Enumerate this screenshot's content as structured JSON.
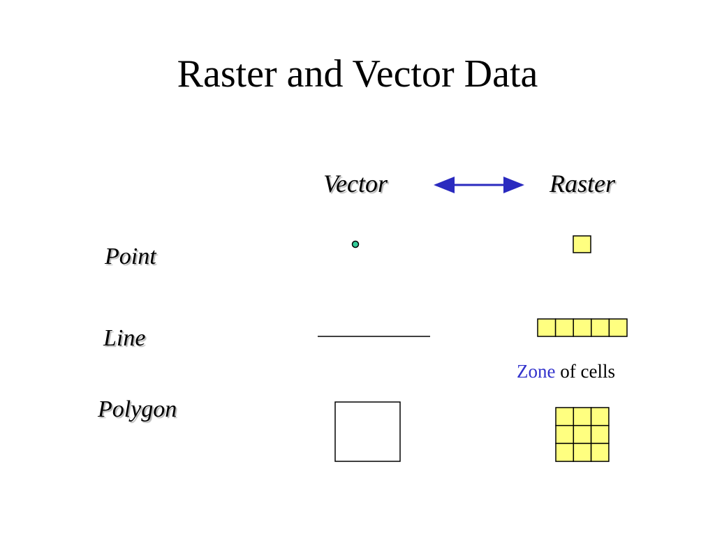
{
  "slide": {
    "title": "Raster and Vector Data",
    "columns": {
      "vector": "Vector",
      "raster": "Raster"
    },
    "rows": {
      "point": "Point",
      "line": "Line",
      "polygon": "Polygon"
    },
    "caption": {
      "highlight": "Zone",
      "rest": " of cells"
    }
  },
  "colors": {
    "arrow": "#2a2abf",
    "point_fill": "#33cc99",
    "cell_fill": "#ffff80",
    "zone_text": "#3333cc"
  },
  "raster_cells": {
    "point": 1,
    "line": 5,
    "polygon_rows": 3,
    "polygon_cols": 3
  }
}
